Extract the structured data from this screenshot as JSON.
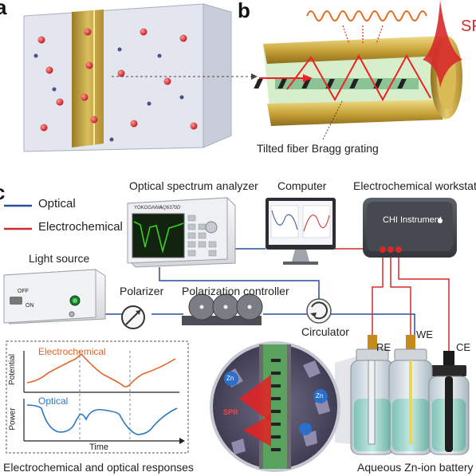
{
  "panels": {
    "a": "a",
    "b": "b",
    "c": "c"
  },
  "panel_b": {
    "spr_label": "SPR",
    "tfbg_label": "Tilted fiber Bragg grating"
  },
  "legend": {
    "optical": "Optical",
    "electrochemical": "Electrochemical",
    "optical_color": "#2a4fa0",
    "electrochemical_color": "#d62a2a"
  },
  "devices": {
    "osa": {
      "label": "Optical spectrum analyzer",
      "brand": "YOKOGAWA",
      "model": "AQ6370D"
    },
    "computer": {
      "label": "Computer"
    },
    "workstation": {
      "label": "Electrochemical workstation",
      "brand": "CHI Instrument"
    },
    "light_source": {
      "label": "Light source",
      "off": "OFF",
      "on": "ON"
    },
    "polarizer": {
      "label": "Polarizer"
    },
    "polarization_controller": {
      "label": "Polarization controller"
    },
    "circulator": {
      "label": "Circulator"
    }
  },
  "electrodes": {
    "re": "RE",
    "we": "WE",
    "ce": "CE"
  },
  "battery": {
    "label": "Aqueous Zn-ion battery"
  },
  "zoom": {
    "spr": "SPR",
    "zn": "Zn"
  },
  "responses": {
    "caption": "Electrochemical and optical responses",
    "top_title": "Electrochemical",
    "bottom_title": "Optical",
    "y_top": "Potential",
    "y_bottom": "Power",
    "x_label": "Time"
  }
}
